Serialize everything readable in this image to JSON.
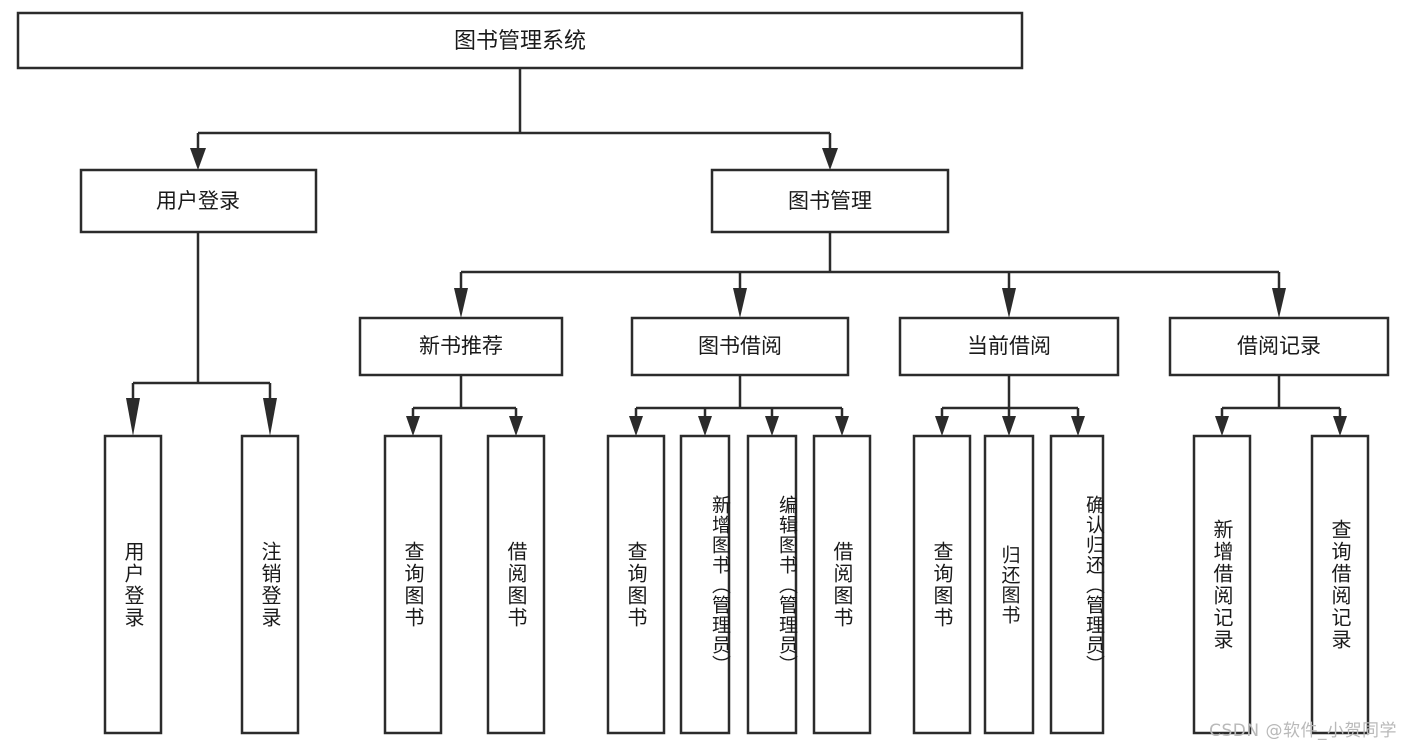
{
  "diagram": {
    "title": "图书管理系统",
    "type": "tree-hierarchy",
    "root": {
      "label": "图书管理系统"
    },
    "level2": [
      {
        "label": "用户登录"
      },
      {
        "label": "图书管理"
      }
    ],
    "level3": [
      {
        "label": "新书推荐"
      },
      {
        "label": "图书借阅"
      },
      {
        "label": "当前借阅"
      },
      {
        "label": "借阅记录"
      }
    ],
    "leaves": {
      "user_login": [
        {
          "label": "用户登录"
        },
        {
          "label": "注销登录"
        }
      ],
      "new_book_recommend": [
        {
          "label": "查询图书"
        },
        {
          "label": "借阅图书"
        }
      ],
      "book_borrow": [
        {
          "label": "查询图书"
        },
        {
          "label": "新增图书（管理员）"
        },
        {
          "label": "编辑图书（管理员）"
        },
        {
          "label": "借阅图书"
        }
      ],
      "current_borrow": [
        {
          "label": "查询图书"
        },
        {
          "label": "归还图书"
        },
        {
          "label": "确认归还（管理员）"
        }
      ],
      "borrow_record": [
        {
          "label": "新增借阅记录"
        },
        {
          "label": "查询借阅记录"
        }
      ]
    },
    "colors": {
      "stroke": "#2b2b2b",
      "fill": "#ffffff",
      "text": "#1a1a1a",
      "watermark": "#b9b9b9"
    }
  },
  "watermark": {
    "text": "CSDN @软件_小贺同学"
  }
}
